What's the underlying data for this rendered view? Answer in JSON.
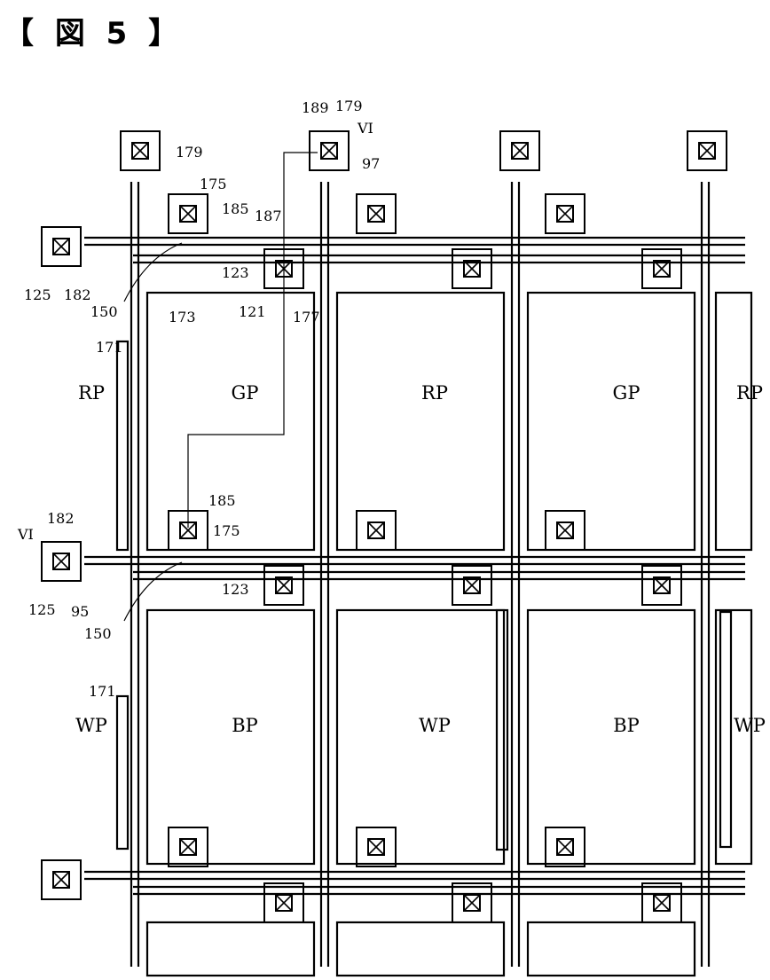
{
  "title": "【 図 5 】",
  "pixel_labels": [
    "RP",
    "GP",
    "RP",
    "GP",
    "RP",
    "WP",
    "BP",
    "WP",
    "BP",
    "WP"
  ],
  "refs": {
    "r179a": "179",
    "r189": "189",
    "r179b": "179",
    "rVI_top": "VI",
    "r97": "97",
    "r175a": "175",
    "r185a": "185",
    "r187": "187",
    "r125a": "125",
    "r182a": "182",
    "r123a": "123",
    "r150a": "150",
    "r173": "173",
    "r121": "121",
    "r177": "177",
    "r171a": "171",
    "r185b": "185",
    "r175b": "175",
    "r182b": "182",
    "rVI_left": "VI",
    "r123b": "123",
    "r125b": "125",
    "r95": "95",
    "r150b": "150",
    "r171b": "171"
  }
}
